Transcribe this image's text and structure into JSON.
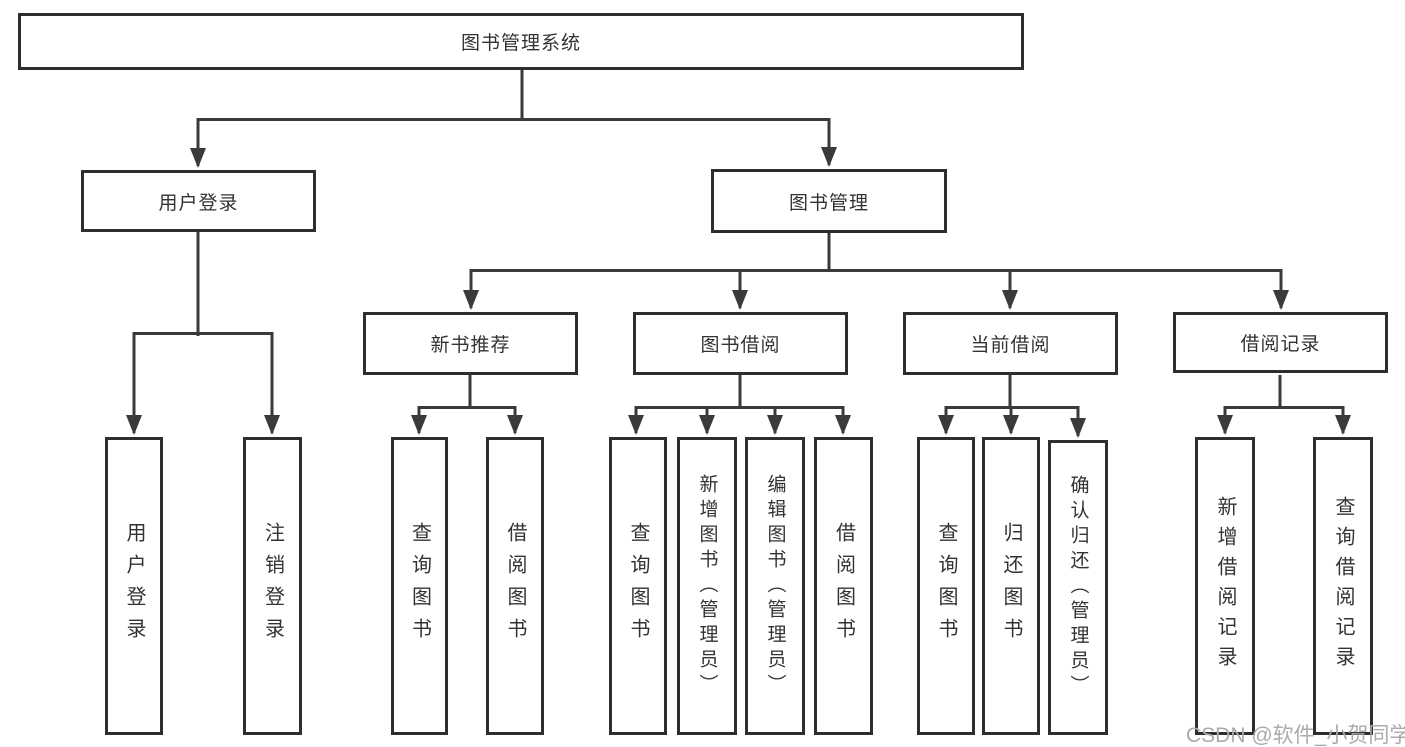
{
  "diagram": {
    "title": "图书管理系统",
    "type": "hierarchy-tree",
    "colors": {
      "line": "#3a3a3a",
      "border": "#2e2e2e",
      "text": "#333333",
      "background": "#ffffff",
      "watermark": "#ababab"
    },
    "watermark": "CSDN @软件_小贺同学"
  },
  "tree": {
    "root": {
      "label": "图书管理系统",
      "children": [
        {
          "label": "用户登录",
          "children": [
            {
              "label": "用户登录"
            },
            {
              "label": "注销登录"
            }
          ]
        },
        {
          "label": "图书管理",
          "children": [
            {
              "label": "新书推荐",
              "children": [
                {
                  "label": "查询图书"
                },
                {
                  "label": "借阅图书"
                }
              ]
            },
            {
              "label": "图书借阅",
              "children": [
                {
                  "label": "查询图书"
                },
                {
                  "label": "新增图书（管理员）"
                },
                {
                  "label": "编辑图书（管理员）"
                },
                {
                  "label": "借阅图书"
                }
              ]
            },
            {
              "label": "当前借阅",
              "children": [
                {
                  "label": "查询图书"
                },
                {
                  "label": "归还图书"
                },
                {
                  "label": "确认归还（管理员）"
                }
              ]
            },
            {
              "label": "借阅记录",
              "children": [
                {
                  "label": "新增借阅记录"
                },
                {
                  "label": "查询借阅记录"
                }
              ]
            }
          ]
        }
      ]
    }
  }
}
